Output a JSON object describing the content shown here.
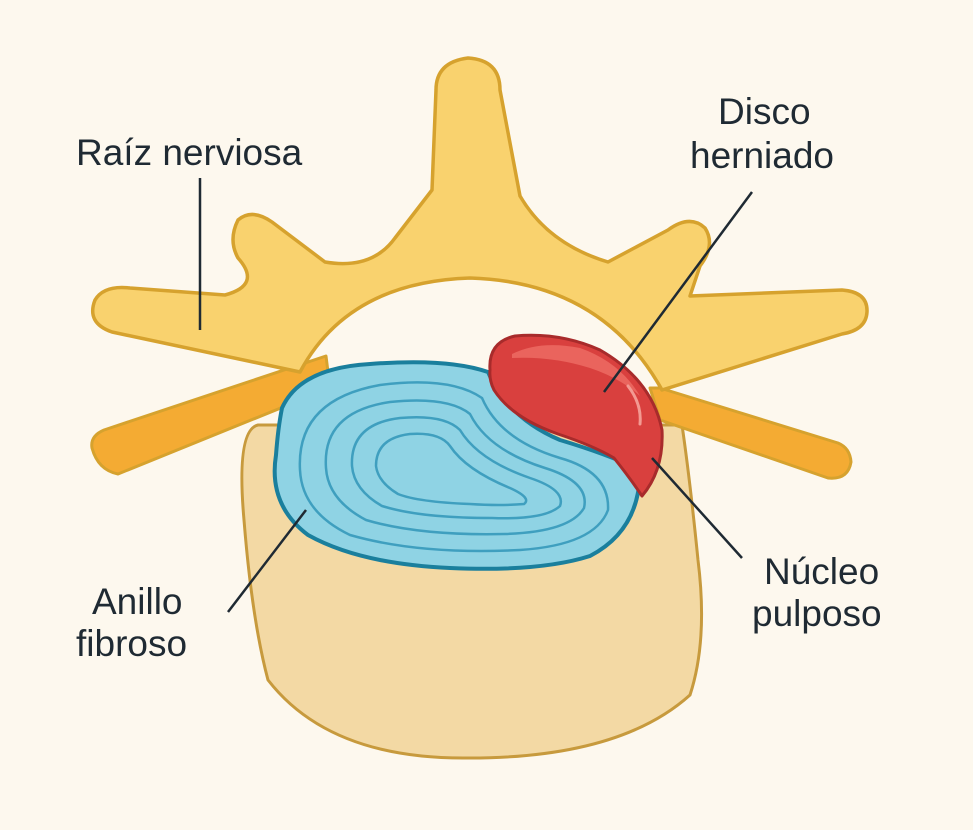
{
  "labels": {
    "nerve_root": "Raíz nerviosa",
    "herniated_disc_line1": "Disco",
    "herniated_disc_line2": "herniado",
    "annulus_line1": "Anillo",
    "annulus_line2": "fibroso",
    "nucleus_line1": "Núcleo",
    "nucleus_line2": "pulposo"
  },
  "colors": {
    "background": "#fdf8ee",
    "bone": "#f9d26e",
    "bone_outline": "#d6a22e",
    "vertebral_body": "#f3d9a4",
    "vertebral_body_outline": "#c79a3d",
    "nerve": "#f4ab33",
    "disc": "#8fd3e4",
    "disc_outline": "#1a7f9d",
    "disc_rings": "#3f9fbf",
    "herniation": "#d9403e",
    "herniation_highlight": "#ec6b63",
    "herniation_outline": "#a82b2b",
    "leader_line": "#1f2a33"
  }
}
